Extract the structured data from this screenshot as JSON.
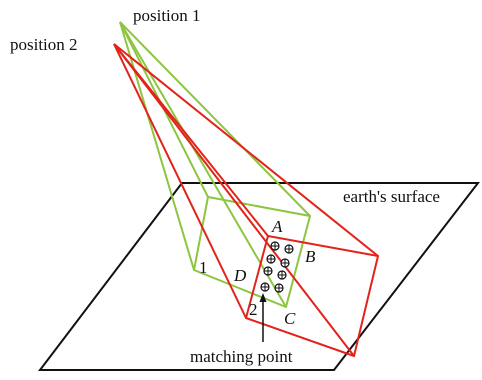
{
  "labels": {
    "position1": "position 1",
    "position2": "position 2",
    "earth_surface": "earth's surface",
    "matching_point": "matching point",
    "footprint1": "1",
    "footprint2": "2",
    "corner_a": "A",
    "corner_b": "B",
    "corner_c": "C",
    "corner_d": "D"
  },
  "colors": {
    "position1_frustum": "#8cc63f",
    "position2_frustum": "#e2231a",
    "ground_outline": "#111111",
    "text": "#111111"
  },
  "matching_point_count": 8
}
